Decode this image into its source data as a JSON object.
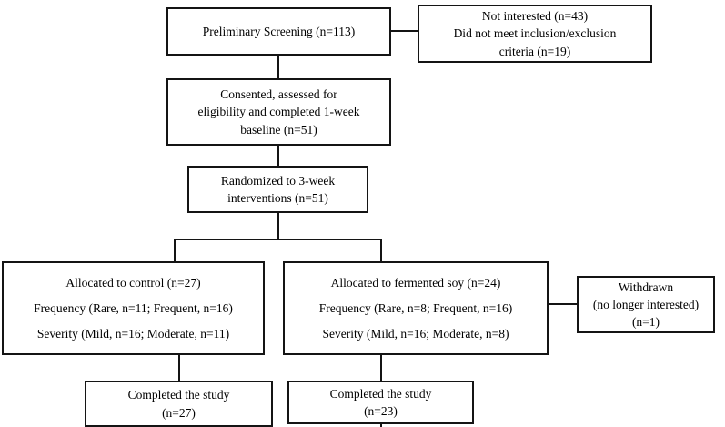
{
  "diagram": {
    "title": "Study participant flow diagram",
    "type": "flowchart",
    "line_color": "#141414",
    "background_color": "#ffffff"
  },
  "nodes": {
    "preliminary_screening": {
      "lines": [
        "Preliminary Screening (n=113)"
      ]
    },
    "excluded_top": {
      "lines": [
        "Not interested (n=43)",
        "Did not meet inclusion/exclusion",
        "criteria (n=19)"
      ]
    },
    "consented": {
      "lines": [
        "Consented, assessed for",
        "eligibility and completed 1-week",
        "baseline (n=51)"
      ]
    },
    "randomized": {
      "lines": [
        "Randomized to 3-week",
        "interventions (n=51)"
      ]
    },
    "allocated_control": {
      "lines": [
        "Allocated to control (n=27)",
        "Frequency (Rare, n=11; Frequent, n=16)",
        "Severity (Mild, n=16; Moderate, n=11)"
      ]
    },
    "allocated_soy": {
      "lines": [
        "Allocated to fermented soy (n=24)",
        "Frequency (Rare, n=8; Frequent, n=16)",
        "Severity (Mild, n=16; Moderate, n=8)"
      ]
    },
    "withdrawn": {
      "lines": [
        "Withdrawn",
        "(no longer interested)",
        "(n=1)"
      ]
    },
    "completed_control": {
      "lines": [
        "Completed the study",
        "(n=27)"
      ]
    },
    "completed_soy": {
      "lines": [
        "Completed the study",
        "(n=23)"
      ]
    }
  },
  "chart_data": {
    "type": "flowchart",
    "title": "CONSORT participant flow",
    "stages": [
      {
        "label": "Preliminary Screening",
        "n": 113
      },
      {
        "label": "Not interested",
        "n": 43
      },
      {
        "label": "Did not meet inclusion/exclusion criteria",
        "n": 19
      },
      {
        "label": "Consented, assessed for eligibility and completed 1-week baseline",
        "n": 51
      },
      {
        "label": "Randomized to 3-week interventions",
        "n": 51
      },
      {
        "label": "Allocated to control",
        "n": 27
      },
      {
        "label": "Control Frequency Rare",
        "n": 11
      },
      {
        "label": "Control Frequency Frequent",
        "n": 16
      },
      {
        "label": "Control Severity Mild",
        "n": 16
      },
      {
        "label": "Control Severity Moderate",
        "n": 11
      },
      {
        "label": "Allocated to fermented soy",
        "n": 24
      },
      {
        "label": "Soy Frequency Rare",
        "n": 8
      },
      {
        "label": "Soy Frequency Frequent",
        "n": 16
      },
      {
        "label": "Soy Severity Mild",
        "n": 16
      },
      {
        "label": "Soy Severity Moderate",
        "n": 8
      },
      {
        "label": "Withdrawn (no longer interested)",
        "n": 1
      },
      {
        "label": "Completed the study (control)",
        "n": 27
      },
      {
        "label": "Completed the study (fermented soy)",
        "n": 23
      }
    ]
  }
}
